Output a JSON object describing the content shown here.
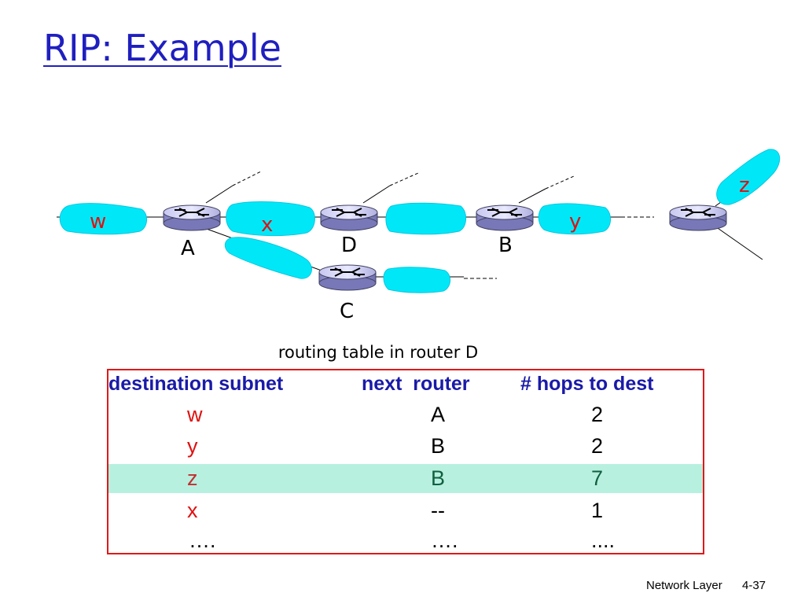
{
  "title": "RIP: Example",
  "diagram": {
    "subnets": [
      "w",
      "x",
      "y",
      "z"
    ],
    "routers": [
      "A",
      "D",
      "B",
      "C"
    ]
  },
  "table": {
    "caption": "routing table in router D",
    "headers": [
      "destination subnet",
      "next  router",
      "# hops to dest"
    ],
    "rows": [
      {
        "dest": "w",
        "next": "A",
        "hops": "2"
      },
      {
        "dest": "y",
        "next": "B",
        "hops": "2"
      },
      {
        "dest": "z",
        "next": "B",
        "hops": "7"
      },
      {
        "dest": "x",
        "next": "--",
        "hops": "1"
      },
      {
        "dest": "….",
        "next": "….",
        "hops": "...."
      }
    ],
    "highlighted_row": 2,
    "colors": {
      "border": "#e01818",
      "header": "#1a1aa8",
      "dest": "#e01010",
      "highlight": "#b8f0e0"
    }
  },
  "footer": {
    "section": "Network Layer",
    "page": "4-37"
  }
}
